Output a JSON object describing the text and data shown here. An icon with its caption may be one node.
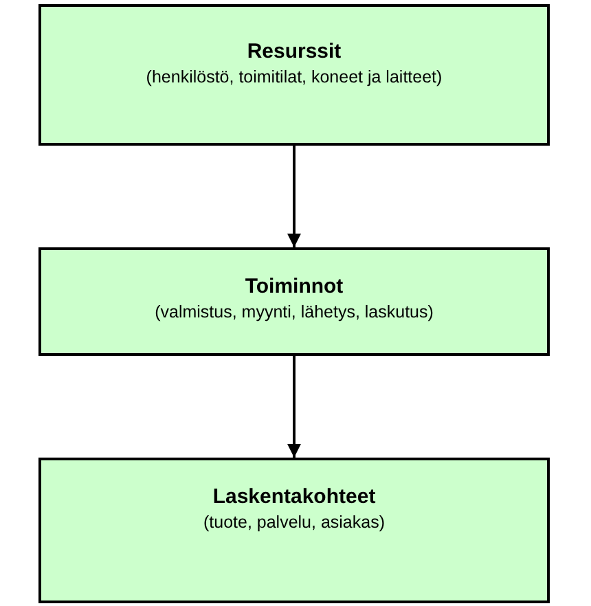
{
  "diagram": {
    "nodes": [
      {
        "text": [
          "Resurssit",
          "(henkilöstö, toimitilat, koneet ja laitteet)"
        ]
      },
      {
        "text": [
          "Toiminnot",
          "(valmistus, myynti, lähetys, laskutus)"
        ]
      },
      {
        "text": [
          "Laskentakohteet",
          "(tuote, palvelu, asiakas)"
        ]
      }
    ],
    "edges": [
      {
        "from": 0,
        "to": 1,
        "arrow": "to"
      },
      {
        "from": 1,
        "to": 2,
        "arrow": "to"
      }
    ]
  }
}
